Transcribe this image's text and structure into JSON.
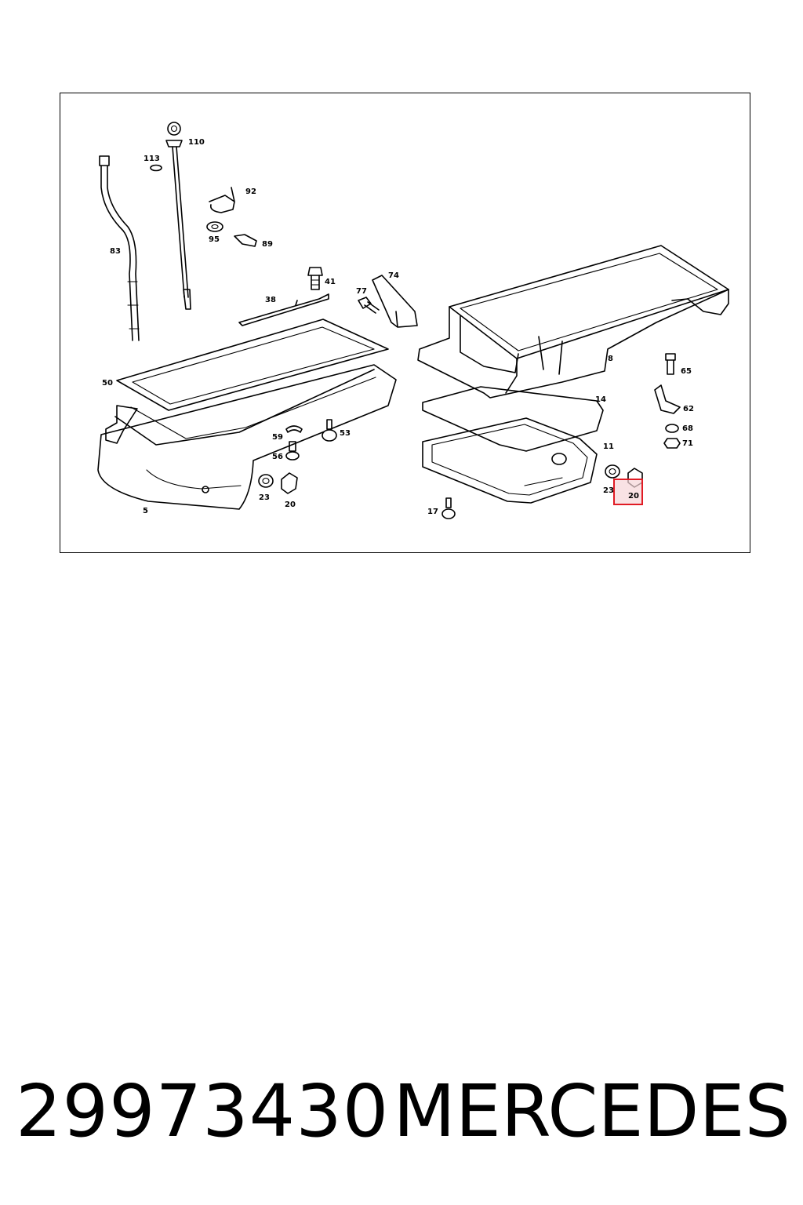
{
  "diagram": {
    "callouts": [
      {
        "id": "c110",
        "text": "110"
      },
      {
        "id": "c113",
        "text": "113"
      },
      {
        "id": "c92",
        "text": "92"
      },
      {
        "id": "c95",
        "text": "95"
      },
      {
        "id": "c89",
        "text": "89"
      },
      {
        "id": "c83",
        "text": "83"
      },
      {
        "id": "c41",
        "text": "41"
      },
      {
        "id": "c74",
        "text": "74"
      },
      {
        "id": "c77",
        "text": "77"
      },
      {
        "id": "c38",
        "text": "38"
      },
      {
        "id": "c50",
        "text": "50"
      },
      {
        "id": "c8",
        "text": "8"
      },
      {
        "id": "c65",
        "text": "65"
      },
      {
        "id": "c14",
        "text": "14"
      },
      {
        "id": "c62",
        "text": "62"
      },
      {
        "id": "c68",
        "text": "68"
      },
      {
        "id": "c71",
        "text": "71"
      },
      {
        "id": "c59",
        "text": "59"
      },
      {
        "id": "c53",
        "text": "53"
      },
      {
        "id": "c56",
        "text": "56"
      },
      {
        "id": "c11",
        "text": "11"
      },
      {
        "id": "c23a",
        "text": "23"
      },
      {
        "id": "c20a",
        "text": "20"
      },
      {
        "id": "c23b",
        "text": "23"
      },
      {
        "id": "c20b",
        "text": "20"
      },
      {
        "id": "c5",
        "text": "5"
      },
      {
        "id": "c17",
        "text": "17"
      }
    ],
    "highlight": {
      "callout": "20",
      "border_color": "#e01b24",
      "fill_color": "#f7d6d8"
    }
  },
  "caption": {
    "part_number": "29973430",
    "brand": "MERCEDES"
  }
}
